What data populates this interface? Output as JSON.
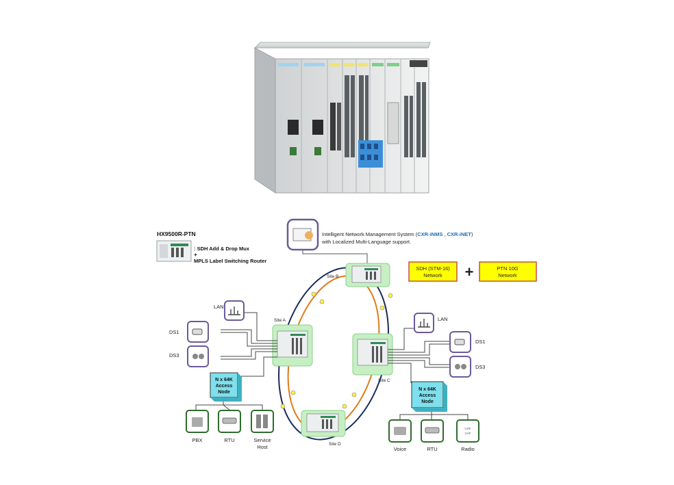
{
  "legend": {
    "product": "HX9500R-PTN",
    "desc1": ": SDH Add & Drop Mux",
    "plus": "+",
    "desc2": "MPLS Label Switching Router"
  },
  "nms": {
    "line1_pre": "Intelligent Network Management System (",
    "inms": "CXR-iNMS",
    "sep": " , ",
    "inet": "CXR-iNET",
    "line1_post": ")",
    "line2": "with Localized Multi-Language support."
  },
  "networks": {
    "sdh_line1": "SDH (STM-16)",
    "sdh_line2": "Network",
    "plus": "+",
    "ptn_line1": "PTN 10G",
    "ptn_line2": "Network"
  },
  "sites": {
    "a": "Site A",
    "b": "Site B",
    "c": "Site C",
    "d": "Site D"
  },
  "left": {
    "lan": "LAN",
    "ds1": "DS1",
    "ds3": "DS3",
    "node_l1": "N x 64K",
    "node_l2": "Access",
    "node_l3": "Node",
    "pbx": "PBX",
    "rtu": "RTU",
    "svc1": "Service",
    "svc2": "Host"
  },
  "right": {
    "lan": "LAN",
    "ds1": "DS1",
    "ds3": "DS3",
    "node_l1": "N x 64K",
    "node_l2": "Access",
    "node_l3": "Node",
    "voice": "Voice",
    "rtu": "RTU",
    "radio": "Radio",
    "uhf1": "UHF",
    "uhf2": "VHF"
  },
  "colors": {
    "ring_outer": "#1a2a5a",
    "ring_inner": "#e07a1a",
    "site_fill": "#c6efc4",
    "node_fill": "#7ee0ec",
    "net_fill": "#ffff00",
    "net_border": "#c0504d",
    "icon_border": "#6a5a9a",
    "device_border": "#2e6b2e",
    "cxr_blue": "#1f6fb0"
  }
}
